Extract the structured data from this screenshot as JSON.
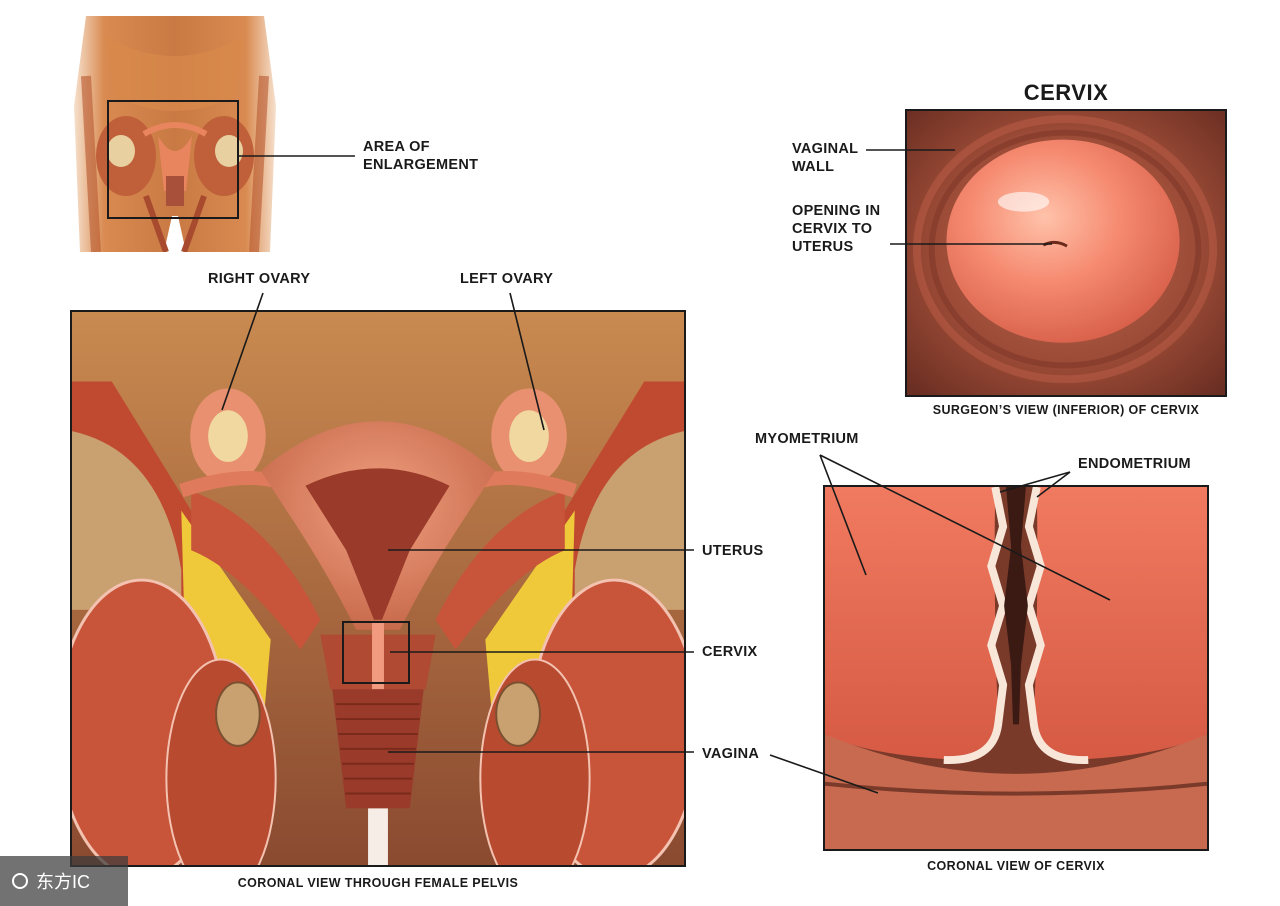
{
  "labels": {
    "area_of_enlargement": "AREA OF\nENLARGEMENT",
    "right_ovary": "RIGHT OVARY",
    "left_ovary": "LEFT OVARY",
    "uterus": "UTERUS",
    "cervix": "CERVIX",
    "vagina": "VAGINA",
    "vaginal_wall": "VAGINAL\nWALL",
    "opening_in_cervix": "OPENING IN\nCERVIX TO\nUTERUS",
    "myometrium": "MYOMETRIUM",
    "endometrium": "ENDOMETRIUM"
  },
  "titles": {
    "cervix_title": "CERVIX"
  },
  "captions": {
    "main": "CORONAL VIEW THROUGH FEMALE PELVIS",
    "surgeon": "SURGEON’S VIEW (INFERIOR) OF CERVIX",
    "coronal_cervix": "CORONAL VIEW OF CERVIX"
  },
  "watermark": {
    "text": "东方IC"
  },
  "colors": {
    "muscle": "#c8543a",
    "muscle_light": "#e07a5c",
    "fat": "#f0c93a",
    "bone": "#c9a070",
    "uterus": "#e88a6a",
    "cavity": "#9a3a2a",
    "cervix_pink": "#f29a80",
    "outline": "#1a1a1a"
  }
}
